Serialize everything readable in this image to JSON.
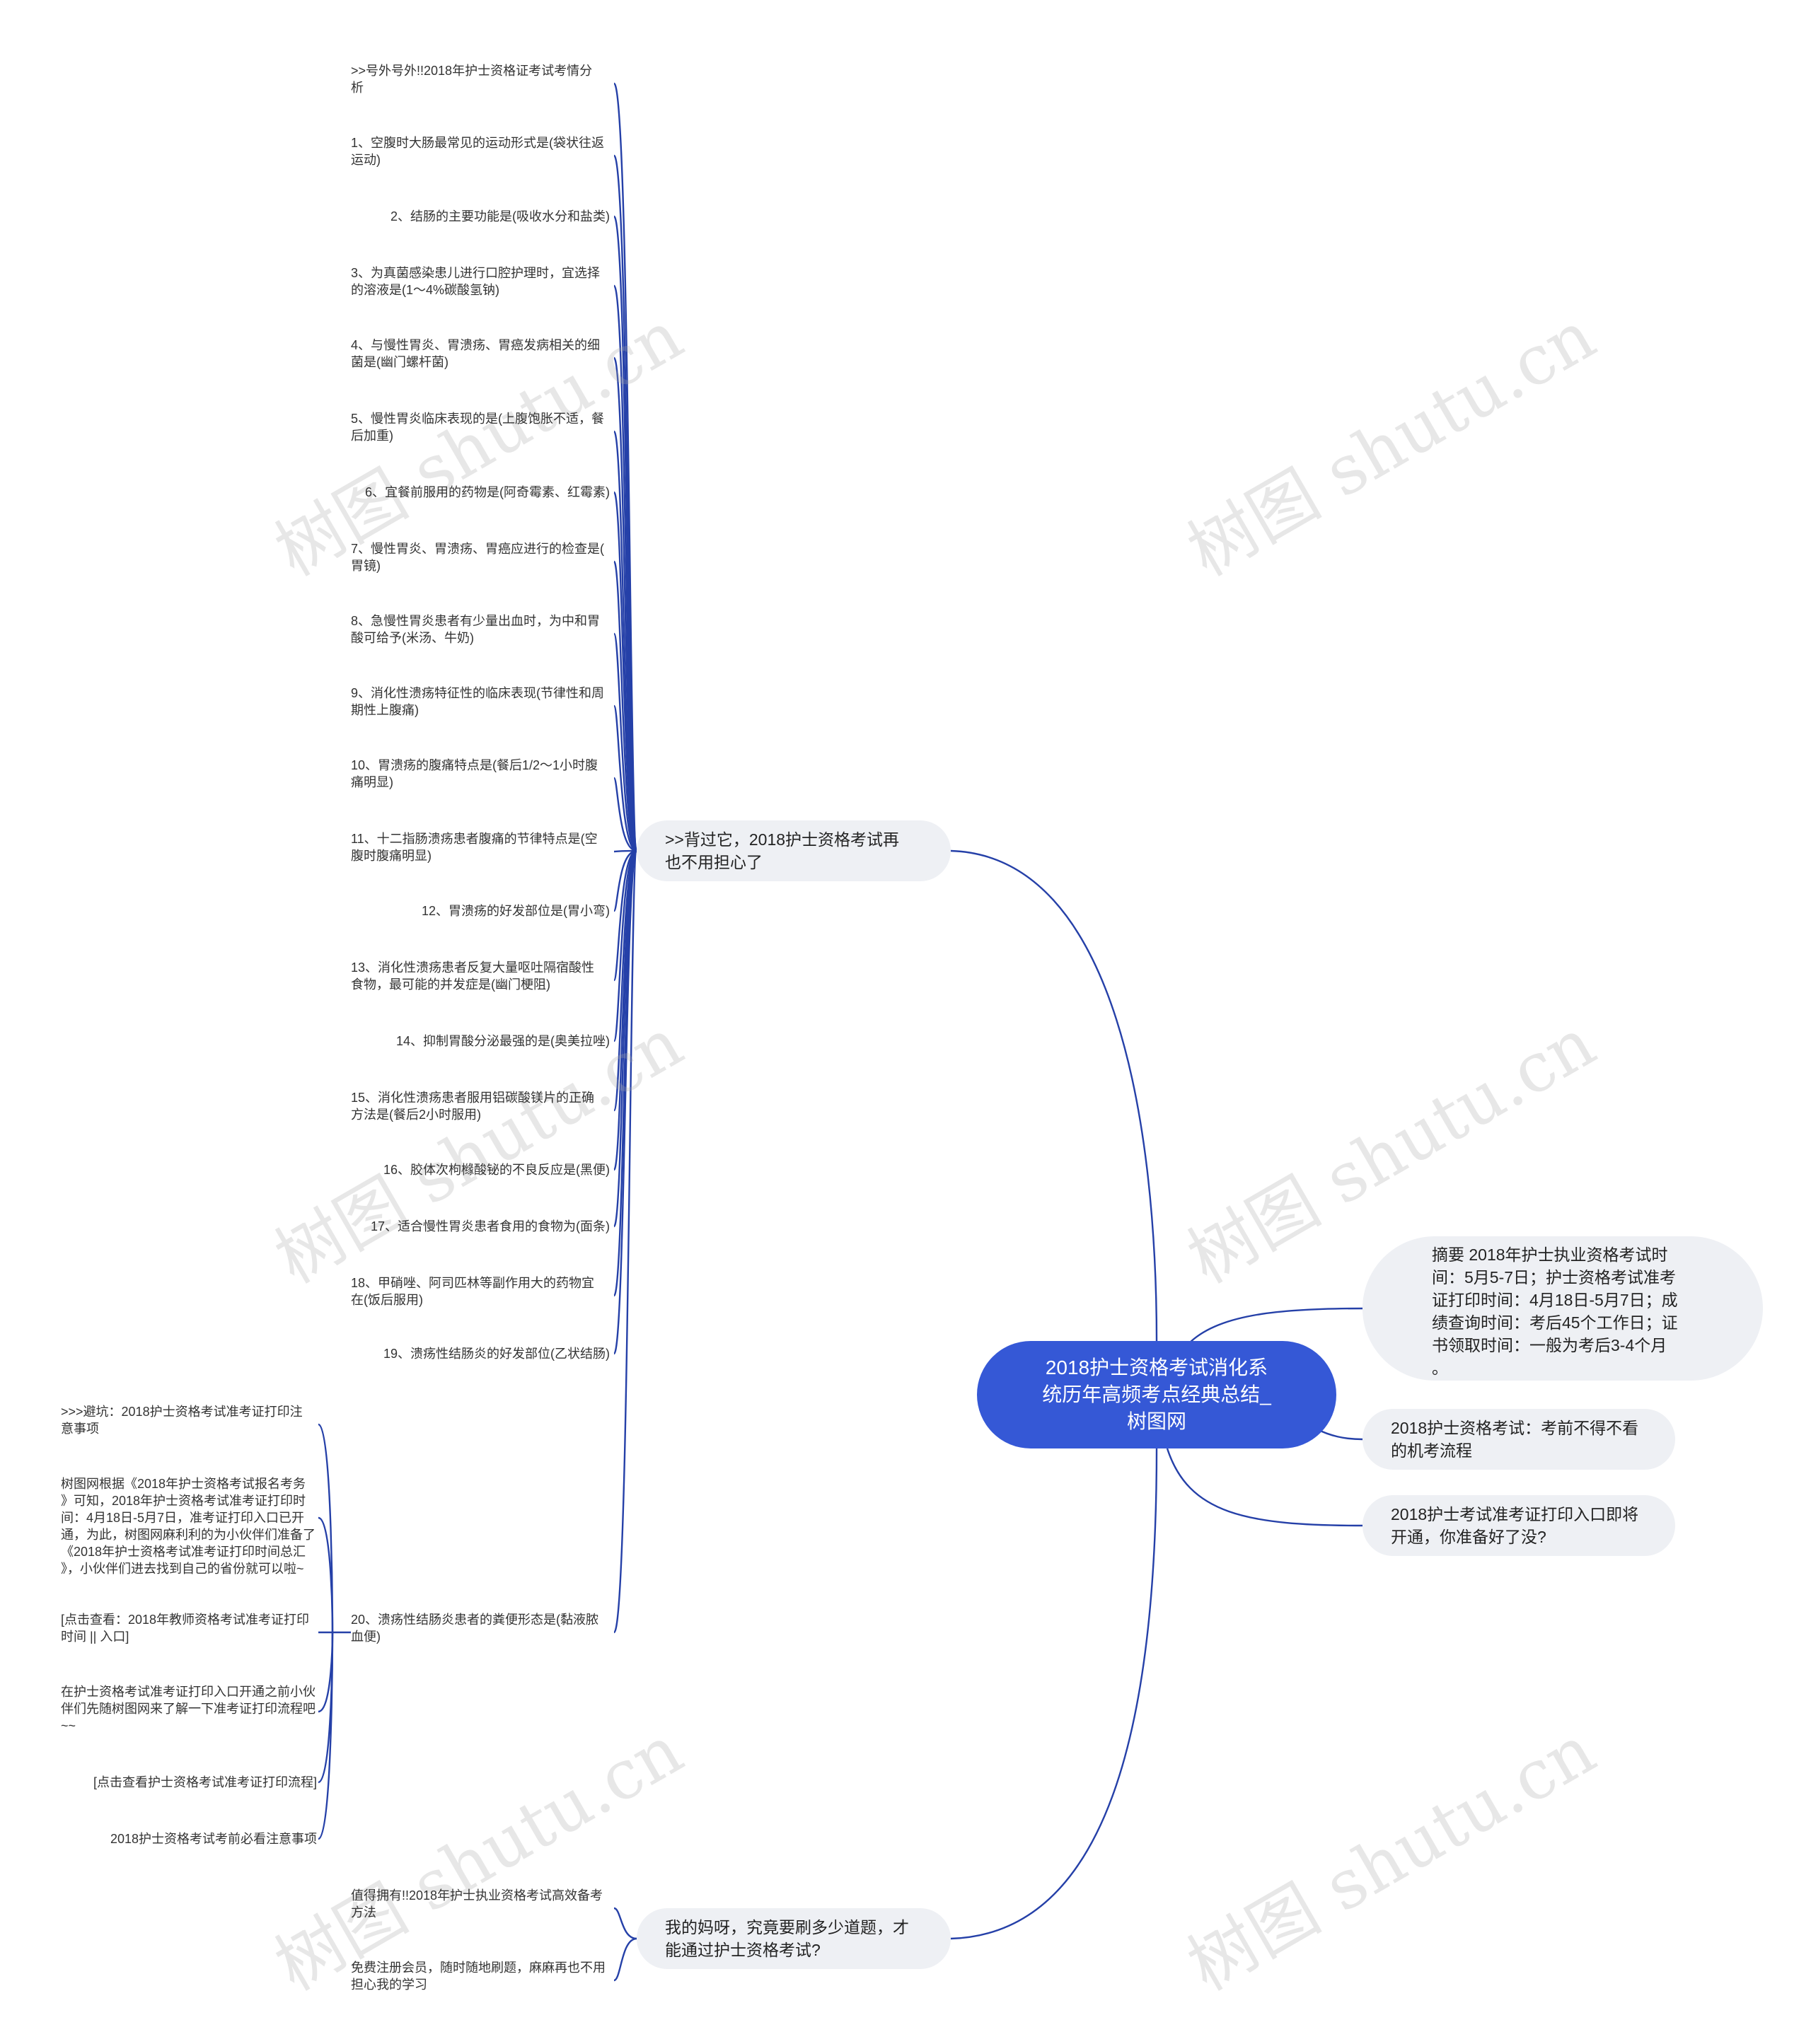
{
  "colors": {
    "root_fill": "#3558d6",
    "line": "#2540a8",
    "pill_fill": "#eef0f4"
  },
  "watermark": "树图 shutu.cn",
  "root": {
    "text": "2018护士资格考试消化系\n统历年高频考点经典总结_\n树图网"
  },
  "right_nodes": [
    {
      "text": "摘要 2018年护士执业资格考试时\n间：5月5-7日；护士资格考试准考\n证打印时间：4月18日-5月7日；成\n绩查询时间：考后45个工作日；证\n书领取时间：一般为考后3-4个月\n。"
    },
    {
      "text": "2018护士资格考试：考前不得不看\n的机考流程"
    },
    {
      "text": "2018护士考试准考证打印入口即将\n开通，你准备好了没?"
    }
  ],
  "branch_a": {
    "label": ">>背过它，2018护士资格考试再\n也不用担心了",
    "items": [
      ">>号外号外!!2018年护士资格证考试考情分\n析",
      "1、空腹时大肠最常见的运动形式是(袋状往返\n运动)",
      "2、结肠的主要功能是(吸收水分和盐类)",
      "3、为真菌感染患儿进行口腔护理时，宜选择\n的溶液是(1～4%碳酸氢钠)",
      "4、与慢性胃炎、胃溃疡、胃癌发病相关的细\n菌是(幽门螺杆菌)",
      "5、慢性胃炎临床表现的是(上腹饱胀不适，餐\n后加重)",
      "6、宜餐前服用的药物是(阿奇霉素、红霉素)",
      "7、慢性胃炎、胃溃疡、胃癌应进行的检查是(\n胃镜)",
      "8、急慢性胃炎患者有少量出血时，为中和胃\n酸可给予(米汤、牛奶)",
      "9、消化性溃疡特征性的临床表现(节律性和周\n期性上腹痛)",
      "10、胃溃疡的腹痛特点是(餐后1/2～1小时腹\n痛明显)",
      "11、十二指肠溃疡患者腹痛的节律特点是(空\n腹时腹痛明显)",
      "12、胃溃疡的好发部位是(胃小弯)",
      "13、消化性溃疡患者反复大量呕吐隔宿酸性\n食物，最可能的并发症是(幽门梗阻)",
      "14、抑制胃酸分泌最强的是(奥美拉唑)",
      "15、消化性溃疡患者服用铝碳酸镁片的正确\n方法是(餐后2小时服用)",
      "16、胶体次枸橼酸铋的不良反应是(黑便)",
      "17、适合慢性胃炎患者食用的食物为(面条)",
      "18、甲硝唑、阿司匹林等副作用大的药物宜\n在(饭后服用)",
      "19、溃疡性结肠炎的好发部位(乙状结肠)",
      "20、溃疡性结肠炎患者的粪便形态是(黏液脓\n血便)"
    ]
  },
  "branch_b": {
    "items": [
      ">>>避坑：2018护士资格考试准考证打印注\n意事项",
      "树图网根据《2018年护士资格考试报名考务\n》可知，2018年护士资格考试准考证打印时\n间：4月18日-5月7日，准考证打印入口已开\n通，为此，树图网麻利利的为小伙伴们准备了\n《2018年护士资格考试准考证打印时间总汇\n》，小伙伴们进去找到自己的省份就可以啦~",
      "[点击查看：2018年教师资格考试准考证打印\n时间 || 入口]",
      "在护士资格考试准考证打印入口开通之前小伙\n伴们先随树图网来了解一下准考证打印流程吧\n~~",
      "[点击查看护士资格考试准考证打印流程]",
      "2018护士资格考试考前必看注意事项"
    ]
  },
  "branch_c": {
    "label": "我的妈呀，究竟要刷多少道题，才\n能通过护士资格考试?",
    "items": [
      "值得拥有!!2018年护士执业资格考试高效备考\n方法",
      "免费注册会员，随时随地刷题，麻麻再也不用\n担心我的学习"
    ]
  }
}
